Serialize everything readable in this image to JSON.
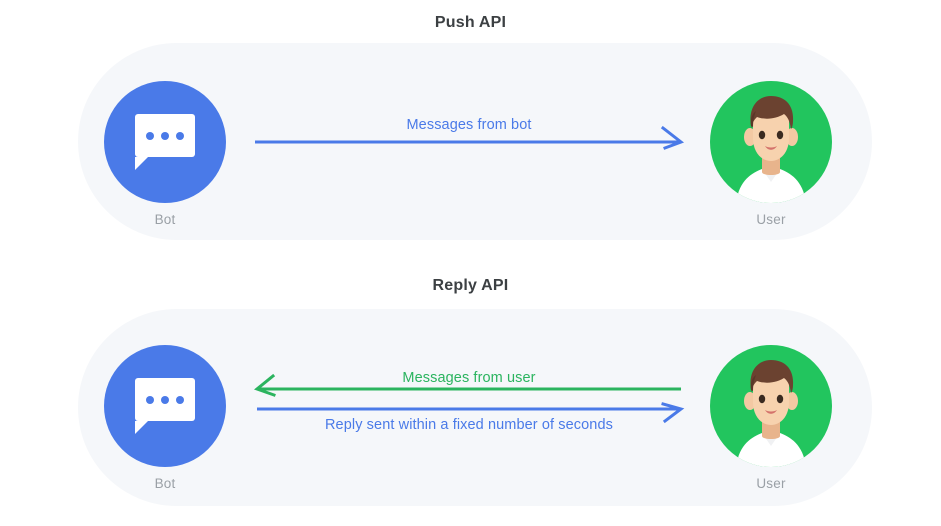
{
  "diagram": {
    "background_color": "#ffffff",
    "panel_color": "#f5f7fa",
    "accent_blue": "#4a7ae8",
    "accent_green": "#22c55e",
    "label_gray": "#9aa0a6",
    "title_color": "#3c4043"
  },
  "sections": [
    {
      "title": "Push API",
      "actors": {
        "left": {
          "label": "Bot",
          "icon": "chat-bubble-icon"
        },
        "right": {
          "label": "User",
          "icon": "person-avatar-icon"
        }
      },
      "flows": [
        {
          "label": "Messages from bot",
          "direction": "right",
          "color": "#4a7ae8",
          "label_position": "above"
        }
      ]
    },
    {
      "title": "Reply API",
      "actors": {
        "left": {
          "label": "Bot",
          "icon": "chat-bubble-icon"
        },
        "right": {
          "label": "User",
          "icon": "person-avatar-icon"
        }
      },
      "flows": [
        {
          "label": "Messages from user",
          "direction": "left",
          "color": "#2bb45f",
          "label_position": "above"
        },
        {
          "label": "Reply sent within a fixed number of seconds",
          "direction": "right",
          "color": "#4a7ae8",
          "label_position": "below"
        }
      ]
    }
  ]
}
